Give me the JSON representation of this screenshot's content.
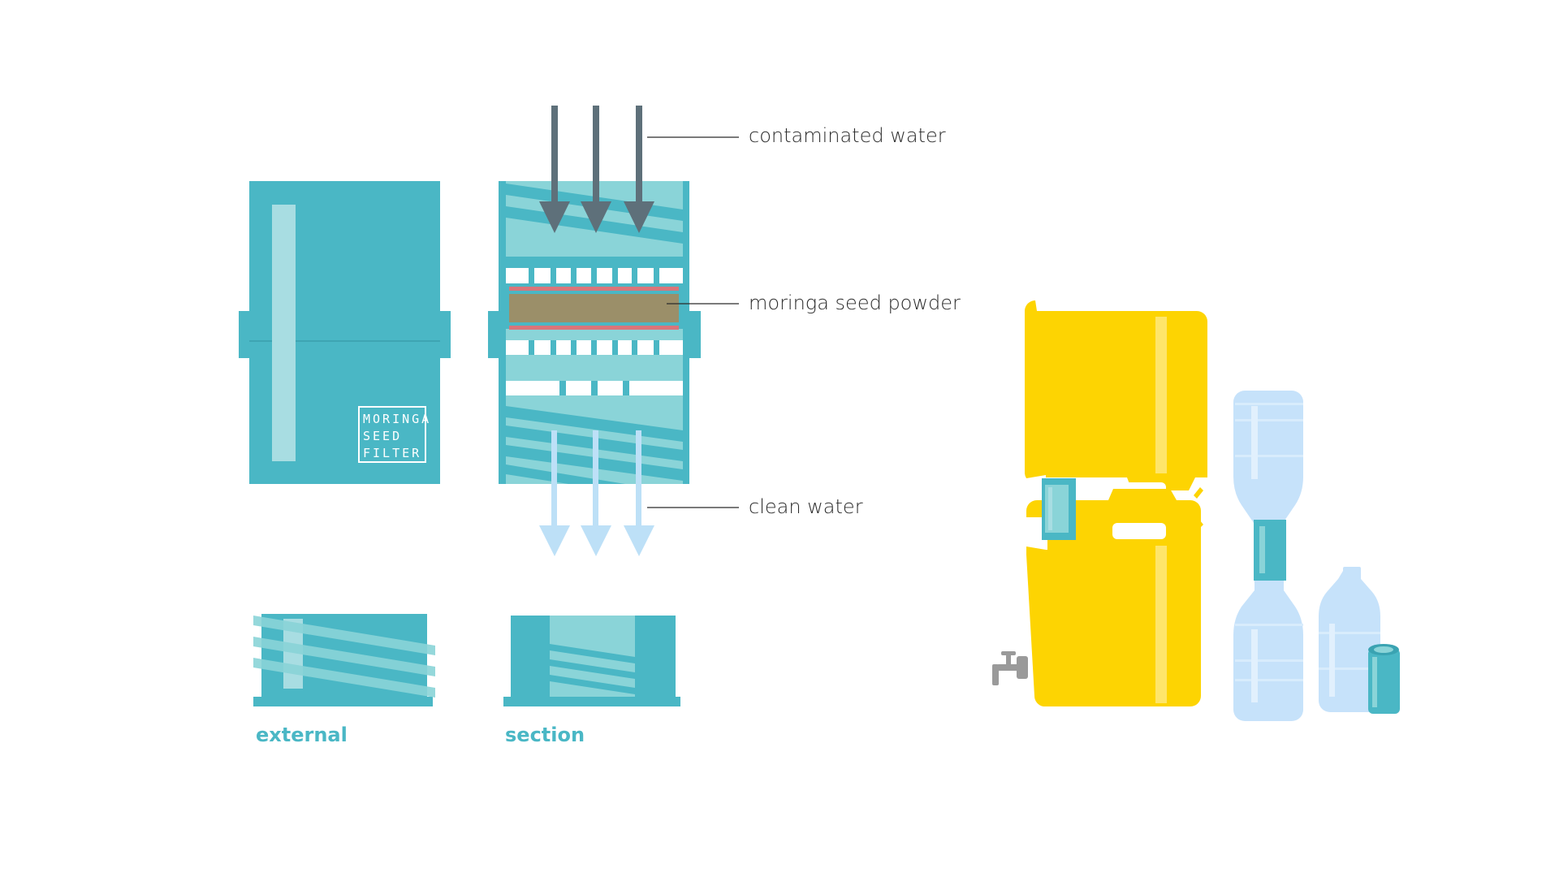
{
  "colors": {
    "teal": "#4ab7c5",
    "teal_light": "#8ad4d8",
    "teal_pale": "#a8dde2",
    "arrow_dark": "#5e707a",
    "arrow_light": "#bde0f7",
    "powder": "#9b8f69",
    "powder_edge": "#d9757a",
    "jerrycan": "#fdd402",
    "bottle": "#c6e2fa",
    "tap": "#9a9a9a"
  },
  "annotations": {
    "contaminated": "contaminated water",
    "powder": "moringa seed powder",
    "clean": "clean water"
  },
  "captions": {
    "external": "external",
    "section": "section"
  },
  "filter_label": {
    "line1": "MORINGA",
    "line2": "SEED",
    "line3": "FILTER"
  },
  "icons": [
    "down-arrow-icon",
    "jerrycan-icon",
    "water-bottle-icon",
    "tap-icon",
    "filter-cartridge-icon"
  ]
}
